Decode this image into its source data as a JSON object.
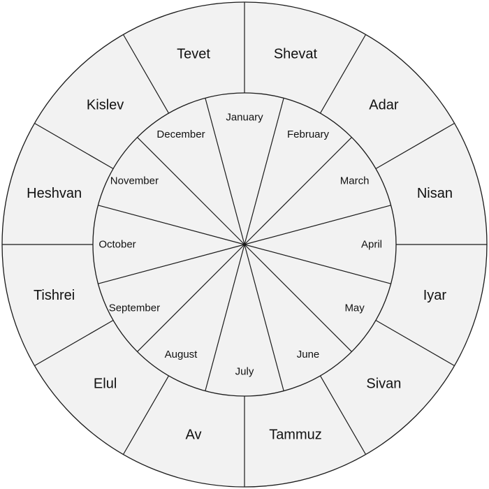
{
  "outer_ring": {
    "labels": [
      "Shevat",
      "Adar",
      "Nisan",
      "Iyar",
      "Sivan",
      "Tammuz",
      "Av",
      "Elul",
      "Tishrei",
      "Heshvan",
      "Kislev",
      "Tevet"
    ]
  },
  "inner_ring": {
    "labels": [
      "January",
      "February",
      "March",
      "April",
      "May",
      "June",
      "July",
      "August",
      "September",
      "October",
      "November",
      "December"
    ]
  },
  "colors": {
    "fill": "#f2f2f2",
    "stroke": "#1a1a1a"
  }
}
